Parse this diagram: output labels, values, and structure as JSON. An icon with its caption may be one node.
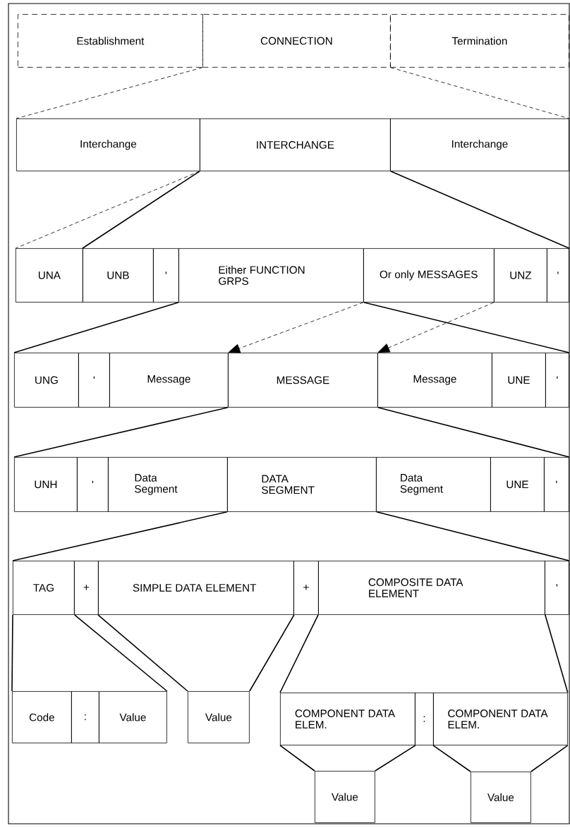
{
  "diagram": {
    "nodes": [
      {
        "text": [
          "Establishment"
        ]
      },
      {
        "text": [
          "CONNECTION"
        ]
      },
      {
        "text": [
          "Termination"
        ]
      },
      {
        "text": [
          "Interchange"
        ]
      },
      {
        "text": [
          "INTERCHANGE"
        ]
      },
      {
        "text": [
          "Interchange"
        ]
      },
      {
        "text": [
          "UNA"
        ]
      },
      {
        "text": [
          "UNB"
        ]
      },
      {
        "text": [
          "'"
        ]
      },
      {
        "text": [
          "Either FUNCTION GRPS"
        ]
      },
      {
        "text": [
          "Or only MESSAGES"
        ]
      },
      {
        "text": [
          "UNZ"
        ]
      },
      {
        "text": [
          "'"
        ]
      },
      {
        "text": [
          "UNG"
        ]
      },
      {
        "text": [
          "'"
        ]
      },
      {
        "text": [
          "Message"
        ]
      },
      {
        "text": [
          "MESSAGE"
        ]
      },
      {
        "text": [
          "Message"
        ]
      },
      {
        "text": [
          "UNE"
        ]
      },
      {
        "text": [
          "'"
        ]
      },
      {
        "text": [
          "UNH"
        ]
      },
      {
        "text": [
          "'"
        ]
      },
      {
        "text": [
          "Data Segment"
        ]
      },
      {
        "text": [
          "DATA SEGMENT"
        ]
      },
      {
        "text": [
          "Data Segment"
        ]
      },
      {
        "text": [
          "UNE"
        ]
      },
      {
        "text": [
          "'"
        ]
      },
      {
        "text": [
          "TAG"
        ]
      },
      {
        "text": [
          "+"
        ]
      },
      {
        "text": [
          "SIMPLE DATA ELEMENT"
        ]
      },
      {
        "text": [
          "+"
        ]
      },
      {
        "text": [
          "COMPOSITE DATA ELEMENT"
        ]
      },
      {
        "text": [
          "'"
        ]
      },
      {
        "text": [
          "Code"
        ]
      },
      {
        "text": [
          ":"
        ]
      },
      {
        "text": [
          "Value"
        ]
      },
      {
        "text": [
          "Value"
        ]
      },
      {
        "text": [
          "COMPONENT DATA ELEM."
        ]
      },
      {
        "text": [
          ":"
        ]
      },
      {
        "text": [
          "COMPONENT DATA ELEM."
        ]
      },
      {
        "text": [
          "Value"
        ]
      },
      {
        "text": [
          "Value"
        ]
      }
    ],
    "edges": [
      {
        "from": 1,
        "to": 3,
        "arrow": "none",
        "style": "dashed"
      },
      {
        "from": 1,
        "to": 5,
        "arrow": "none",
        "style": "dashed"
      },
      {
        "from": 4,
        "to": 6,
        "arrow": "none",
        "style": "dashed"
      },
      {
        "from": 4,
        "to": 7,
        "arrow": "none"
      },
      {
        "from": 4,
        "to": 12,
        "arrow": "none"
      },
      {
        "from": 9,
        "to": 13,
        "arrow": "none"
      },
      {
        "from": 9,
        "to": 19,
        "arrow": "none"
      },
      {
        "from": 10,
        "to": 16,
        "arrow": "to",
        "style": "dashed"
      },
      {
        "from": 11,
        "to": 17,
        "arrow": "to",
        "style": "dashed"
      },
      {
        "from": 16,
        "to": 20,
        "arrow": "none"
      },
      {
        "from": 16,
        "to": 26,
        "arrow": "none"
      },
      {
        "from": 23,
        "to": 27,
        "arrow": "none"
      },
      {
        "from": 23,
        "to": 32,
        "arrow": "none"
      },
      {
        "from": 27,
        "to": 33,
        "arrow": "none"
      },
      {
        "from": 27,
        "to": 35,
        "arrow": "none"
      },
      {
        "from": 29,
        "to": 36,
        "arrow": "none"
      },
      {
        "from": 29,
        "to": 36,
        "arrow": "none"
      },
      {
        "from": 31,
        "to": 37,
        "arrow": "none"
      },
      {
        "from": 31,
        "to": 39,
        "arrow": "none"
      },
      {
        "from": 37,
        "to": 40,
        "arrow": "none"
      },
      {
        "from": 37,
        "to": 40,
        "arrow": "none"
      },
      {
        "from": 39,
        "to": 41,
        "arrow": "none"
      },
      {
        "from": 39,
        "to": 41,
        "arrow": "none"
      }
    ]
  }
}
